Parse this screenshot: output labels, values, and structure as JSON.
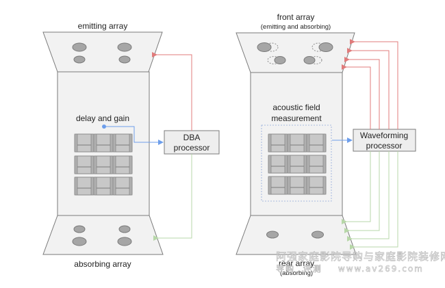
{
  "left_diagram": {
    "title": "emitting array",
    "bottom_label": "absorbing array",
    "seat_label": "delay and gain",
    "processor": {
      "line1": "DBA",
      "line2": "processor"
    },
    "top_speakers": 4,
    "bottom_speakers": 4,
    "seat_rows": 3,
    "seats_per_row": 3
  },
  "right_diagram": {
    "title": "front array",
    "subtitle": "(emitting and absorbing)",
    "bottom_label": "rear array",
    "bottom_sublabel": "(absorbing)",
    "measurement_label_line1": "acoustic field",
    "measurement_label_line2": "measurement",
    "processor": {
      "line1": "Waveforming",
      "line2": "processor"
    },
    "top_speakers": 4,
    "bottom_speakers": 2,
    "output_lines": 4,
    "input_lines": 4,
    "seat_rows": 3,
    "seats_per_row": 3
  },
  "watermark": {
    "line1": "阿强家庭影院导购与家庭影院装修网",
    "line2": "导购  评测    www.av269.com"
  },
  "colors": {
    "panel_fill": "#f2f2f2",
    "panel_stroke": "#7a7a7a",
    "speaker_fill": "#a6a6a6",
    "seat_fill": "#c8c8c8",
    "emit_line": "#e07b7b",
    "absorb_line": "#b7d7a8",
    "signal_line": "#6d9eeb",
    "processor_fill": "#eeeeee"
  }
}
